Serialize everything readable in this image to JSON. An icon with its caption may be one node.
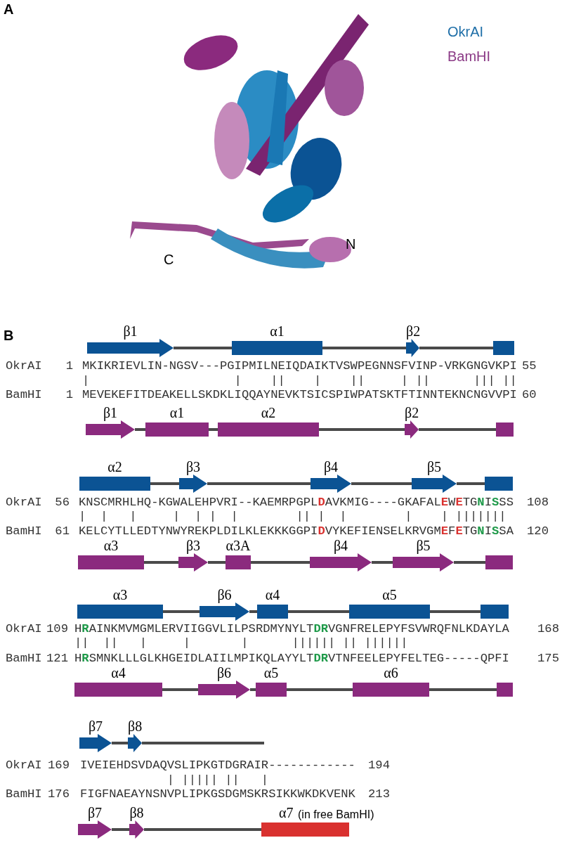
{
  "diagram": {
    "nodes": [
      {
        "text": [
          "β1"
        ]
      },
      {
        "text": [
          "α1"
        ]
      },
      {
        "text": [
          "β2"
        ]
      },
      {
        "text": [],
        "shape": "box"
      },
      {
        "text": [
          "β1"
        ]
      },
      {
        "text": [
          "α1"
        ]
      },
      {
        "text": [
          "α2"
        ]
      },
      {
        "text": [
          "β2"
        ]
      },
      {
        "text": [],
        "shape": "box"
      },
      {
        "text": [
          "α2"
        ]
      },
      {
        "text": [
          "β3"
        ]
      },
      {
        "text": [
          "β4"
        ]
      },
      {
        "text": [
          "β5"
        ]
      },
      {
        "text": [],
        "shape": "box"
      },
      {
        "text": [
          "α3"
        ]
      },
      {
        "text": [
          "β3"
        ]
      },
      {
        "text": [
          "α3A"
        ]
      },
      {
        "text": [
          "β4"
        ]
      },
      {
        "text": [
          "β5"
        ]
      },
      {
        "text": [],
        "shape": "box"
      },
      {
        "text": [
          "α3"
        ]
      },
      {
        "text": [
          "β6"
        ]
      },
      {
        "text": [
          "α4"
        ]
      },
      {
        "text": [
          "α5"
        ]
      },
      {
        "text": [],
        "shape": "box"
      },
      {
        "text": [
          "α4"
        ]
      },
      {
        "text": [
          "β6"
        ]
      },
      {
        "text": [
          "α5"
        ]
      },
      {
        "text": [
          "α6"
        ]
      },
      {
        "text": [],
        "shape": "box"
      },
      {
        "text": [
          "β7"
        ]
      },
      {
        "text": [
          "β8"
        ]
      },
      {
        "text": [
          "β7"
        ]
      },
      {
        "text": [
          "β8"
        ]
      },
      {
        "text": [
          "α7",
          "(in free BamHI)"
        ]
      }
    ],
    "edges": [
      {
        "from": 0,
        "to": 1,
        "arrow": "none"
      },
      {
        "from": 1,
        "to": 2,
        "arrow": "none"
      },
      {
        "from": 2,
        "to": 3,
        "arrow": "none"
      },
      {
        "from": 4,
        "to": 5,
        "arrow": "none"
      },
      {
        "from": 5,
        "to": 6,
        "arrow": "none"
      },
      {
        "from": 6,
        "to": 7,
        "arrow": "none"
      },
      {
        "from": 7,
        "to": 8,
        "arrow": "none"
      },
      {
        "from": 9,
        "to": 10,
        "arrow": "none"
      },
      {
        "from": 10,
        "to": 11,
        "arrow": "none"
      },
      {
        "from": 11,
        "to": 12,
        "arrow": "none"
      },
      {
        "from": 12,
        "to": 13,
        "arrow": "none"
      },
      {
        "from": 14,
        "to": 15,
        "arrow": "none"
      },
      {
        "from": 15,
        "to": 16,
        "arrow": "none"
      },
      {
        "from": 16,
        "to": 17,
        "arrow": "none"
      },
      {
        "from": 17,
        "to": 18,
        "arrow": "none"
      },
      {
        "from": 18,
        "to": 19,
        "arrow": "none"
      },
      {
        "from": 20,
        "to": 21,
        "arrow": "none"
      },
      {
        "from": 21,
        "to": 22,
        "arrow": "none"
      },
      {
        "from": 22,
        "to": 23,
        "arrow": "none"
      },
      {
        "from": 23,
        "to": 24,
        "arrow": "none"
      },
      {
        "from": 25,
        "to": 26,
        "arrow": "none"
      },
      {
        "from": 26,
        "to": 27,
        "arrow": "none"
      },
      {
        "from": 27,
        "to": 28,
        "arrow": "none"
      },
      {
        "from": 28,
        "to": 29,
        "arrow": "none"
      },
      {
        "from": 30,
        "to": 31,
        "arrow": "none"
      },
      {
        "from": 31,
        "to": null,
        "arrow": "none"
      },
      {
        "from": 32,
        "to": 33,
        "arrow": "none"
      },
      {
        "from": 33,
        "to": 34,
        "arrow": "none"
      }
    ],
    "labels": [
      "A",
      "N",
      "C",
      "B",
      "OkrAI",
      "1",
      "MKIKRIEVLIN-NGSV---PGIPMILNEIQDAIKTVSWPEGNNSFVINP-VRKGNGVKPI",
      "55",
      "|                    |    ||    |    ||     | ||      ||| ||",
      "BamHI",
      "1",
      "MEVEKEFITDEAKELLSKDKLIQQAYNEVKTSICSPIWPATSKTFTINNTEKNCNGVVPI",
      "60",
      "OkrAI",
      "56",
      "KNSCMRHLHQ-KGWALEHPVRI--KAEMRPGPL**D**AVKMIG----GKAFAL**E**W**E**TG**N**I**S**SS",
      "108",
      "|  |   |     |  | |  |        || |  |        |    | |||||||",
      "BamHI",
      "61",
      "KELCYTLLEDTYNWYREKPLDILKLEKKKGGPI**D**VYKEFIENSELKRVGM**E**F**E**TG**N**I**S**SA",
      "120",
      "OkrAI",
      "109",
      "H**R**AINKMVMGMLERVIIGGVLILPSRDMYNYLT**DR**VGNFRELEPYFSVWRQFNLKDAYLA",
      "168",
      "||  ||   |     |       |      |||||| || ||||||",
      "BamHI",
      "121",
      "H**R**SMNKLLLGLKHGEIDLAIILMPIKQLAYYLT**DR**VTNFEELEPYFELTEG-----QPFI",
      "175",
      "OkrAI",
      "169",
      "IVEIEHDSVDAQVSLIPKGTDGRAIR------------",
      "194",
      "            | ||||| ||   |",
      "BamHI",
      "176",
      "FIGFNAEAYNSNVPLIPKGSDGMSKRSIKKWKDKVENK",
      "213"
    ],
    "legend": [
      {
        "text": "OkrAI",
        "color": "#1f6fa8"
      },
      {
        "text": "BamHI",
        "color": "#8b3a86"
      }
    ]
  }
}
